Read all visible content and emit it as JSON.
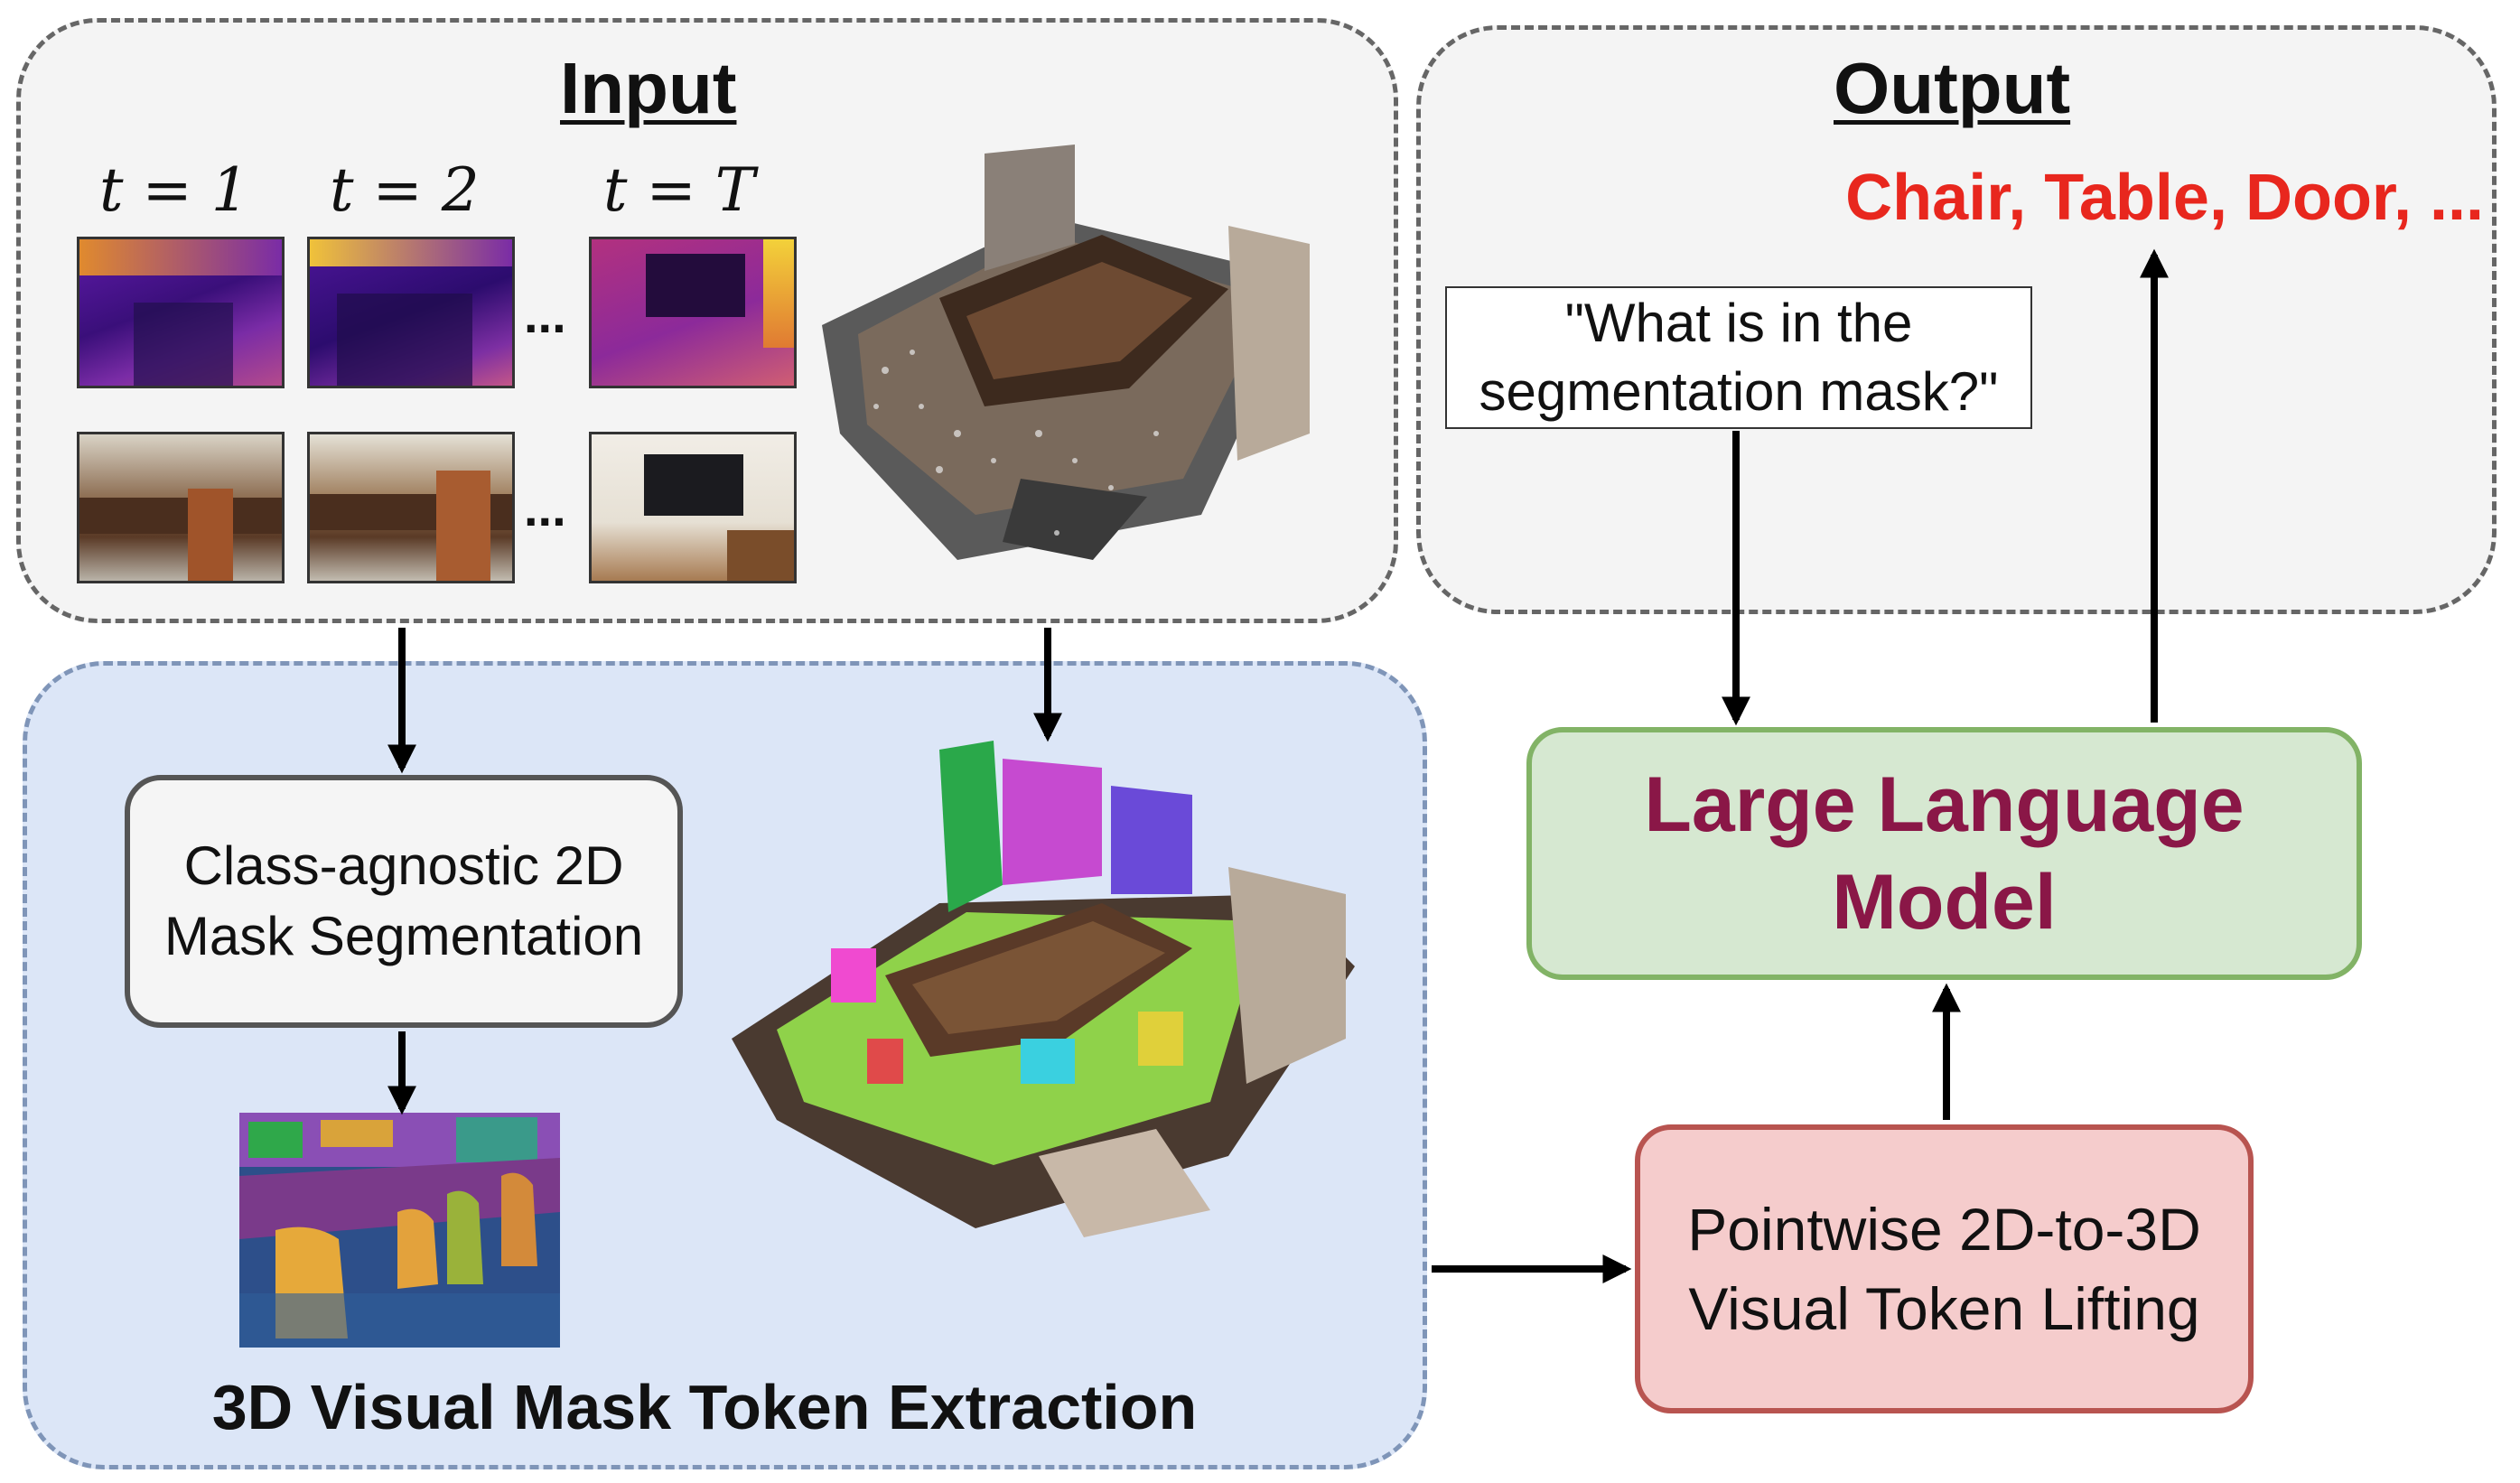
{
  "input": {
    "title": "Input",
    "time_labels": [
      "t = 1",
      "t = 2",
      "t = T"
    ],
    "ellipsis": "..."
  },
  "output": {
    "title": "Output",
    "answer": "Chair, Table, Door, ...",
    "question": "\"What is in the segmentation mask?\""
  },
  "extraction": {
    "title": "3D Visual Mask Token Extraction",
    "segmentation_label": "Class-agnostic 2D Mask Segmentation"
  },
  "llm": {
    "label": "Large Language Model"
  },
  "lifting": {
    "label": "Pointwise 2D-to-3D Visual Token Lifting"
  },
  "colors": {
    "answer": "#e8271e",
    "llm_text": "#8a1747",
    "llm_fill": "#d6e8d1",
    "llm_border": "#82b366",
    "lifting_fill": "#f5cccc",
    "lifting_border": "#b85450",
    "extraction_fill": "#dce6f7",
    "group_fill": "#f4f4f4"
  }
}
